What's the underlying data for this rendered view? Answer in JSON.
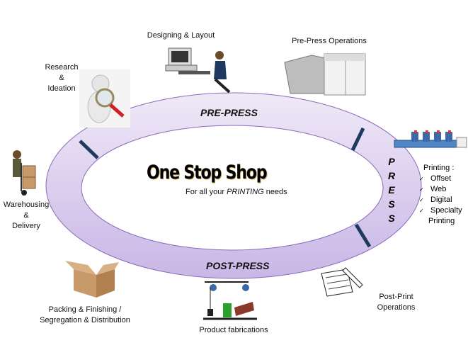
{
  "center": {
    "title": "One Stop Shop",
    "subtitle_prefix": "For all your ",
    "subtitle_emphasis": "PRINTING",
    "subtitle_suffix": " needs"
  },
  "ring": {
    "top_label": "PRE-PRESS",
    "bottom_label": "POST-PRESS",
    "right_label_letters": [
      "P",
      "R",
      "E",
      "S",
      "S"
    ],
    "fill_color": "#dcd0ee",
    "divider_color": "#1f3a5f"
  },
  "stages": {
    "research": [
      "Research",
      "&",
      "Ideation"
    ],
    "design": "Designing & Layout",
    "prepress": "Pre-Press Operations",
    "printing": {
      "heading": "Printing :",
      "items": [
        "Offset",
        "Web",
        "Digital",
        "Specialty"
      ],
      "tail": "Printing"
    },
    "postprint": [
      "Post-Print",
      "Operations"
    ],
    "fabrication": "Product fabrications",
    "packing": [
      "Packing &  Finishing /",
      "Segregation & Distribution"
    ],
    "warehousing": [
      "Warehousing",
      "&",
      "Delivery"
    ]
  },
  "icons": [
    "magnifier-person-icon",
    "computer-designer-icon",
    "prepress-machine-icon",
    "printing-press-icon",
    "post-print-machine-icon",
    "fabrication-pulley-icon",
    "cardboard-box-icon",
    "hand-truck-worker-icon"
  ]
}
